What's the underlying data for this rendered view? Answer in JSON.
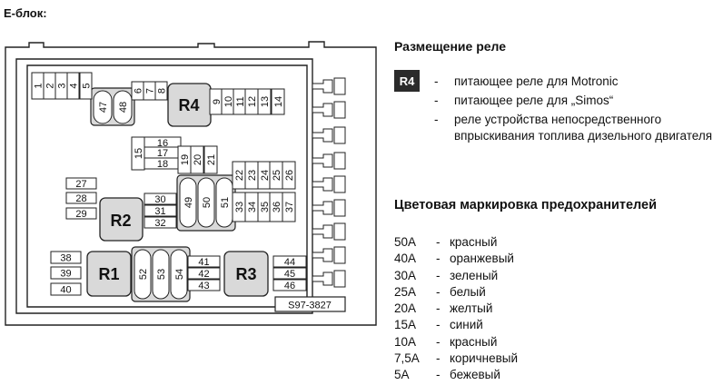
{
  "title": "E-блок:",
  "box_code": "S97-3827",
  "relays": [
    "R1",
    "R2",
    "R3",
    "R4"
  ],
  "fuses": [
    "1",
    "2",
    "3",
    "4",
    "5",
    "6",
    "7",
    "8",
    "9",
    "10",
    "11",
    "12",
    "13",
    "14",
    "15",
    "16",
    "17",
    "18",
    "19",
    "20",
    "21",
    "22",
    "23",
    "24",
    "25",
    "26",
    "27",
    "28",
    "29",
    "30",
    "31",
    "32",
    "33",
    "34",
    "35",
    "36",
    "37",
    "38",
    "39",
    "40",
    "41",
    "42",
    "43",
    "44",
    "45",
    "46",
    "47",
    "48",
    "49",
    "50",
    "51",
    "52",
    "53",
    "54"
  ],
  "relay_section": {
    "heading": "Размещение реле",
    "badge": "R4",
    "items": [
      {
        "dash": "-",
        "text": "питающее реле для Motronic"
      },
      {
        "dash": "-",
        "text": "питающее реле для „Simos“"
      },
      {
        "dash": "-",
        "text": "реле устройства непосредственного впрыскивания топлива дизельного двигателя"
      }
    ]
  },
  "fuse_section": {
    "heading": "Цветовая маркировка предохранителей",
    "rows": [
      {
        "amp": "50A",
        "dash": "-",
        "color": "красный"
      },
      {
        "amp": "40A",
        "dash": "-",
        "color": "оранжевый"
      },
      {
        "amp": "30A",
        "dash": "-",
        "color": "зеленый"
      },
      {
        "amp": "25A",
        "dash": "-",
        "color": "белый"
      },
      {
        "amp": "20A",
        "dash": "-",
        "color": "желтый"
      },
      {
        "amp": "15A",
        "dash": "-",
        "color": "синий"
      },
      {
        "amp": "10A",
        "dash": "-",
        "color": "красный"
      },
      {
        "amp": "7,5A",
        "dash": "-",
        "color": "коричневый"
      },
      {
        "amp": "5A",
        "dash": "-",
        "color": "бежевый"
      }
    ]
  },
  "colors": {
    "outline": "#222222",
    "fill": "#d9d9d9",
    "badge": "#2b2b2b"
  }
}
